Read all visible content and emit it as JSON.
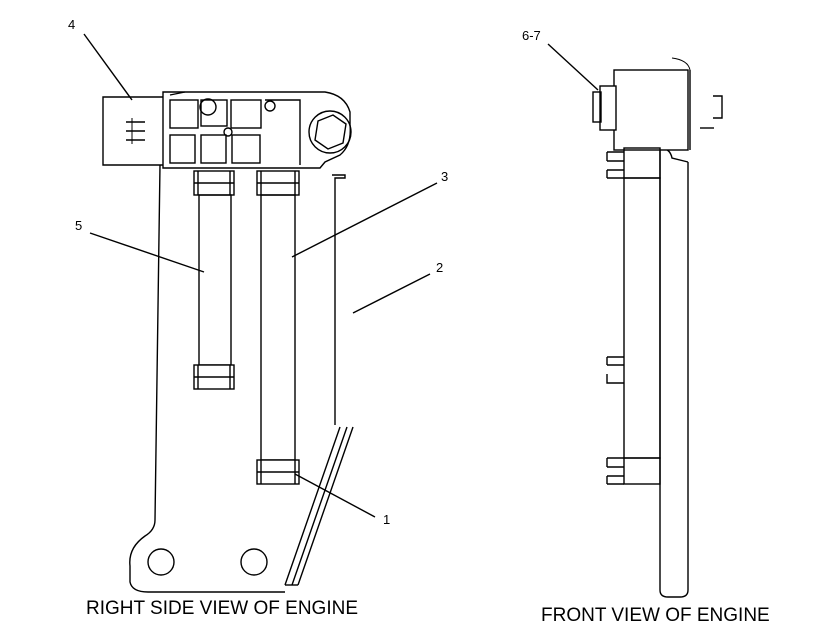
{
  "callouts": {
    "c1": "1",
    "c2": "2",
    "c3": "3",
    "c4": "4",
    "c5": "5",
    "c67": "6-7"
  },
  "captions": {
    "right_side": "RIGHT SIDE VIEW OF ENGINE",
    "front": "FRONT VIEW OF ENGINE"
  }
}
